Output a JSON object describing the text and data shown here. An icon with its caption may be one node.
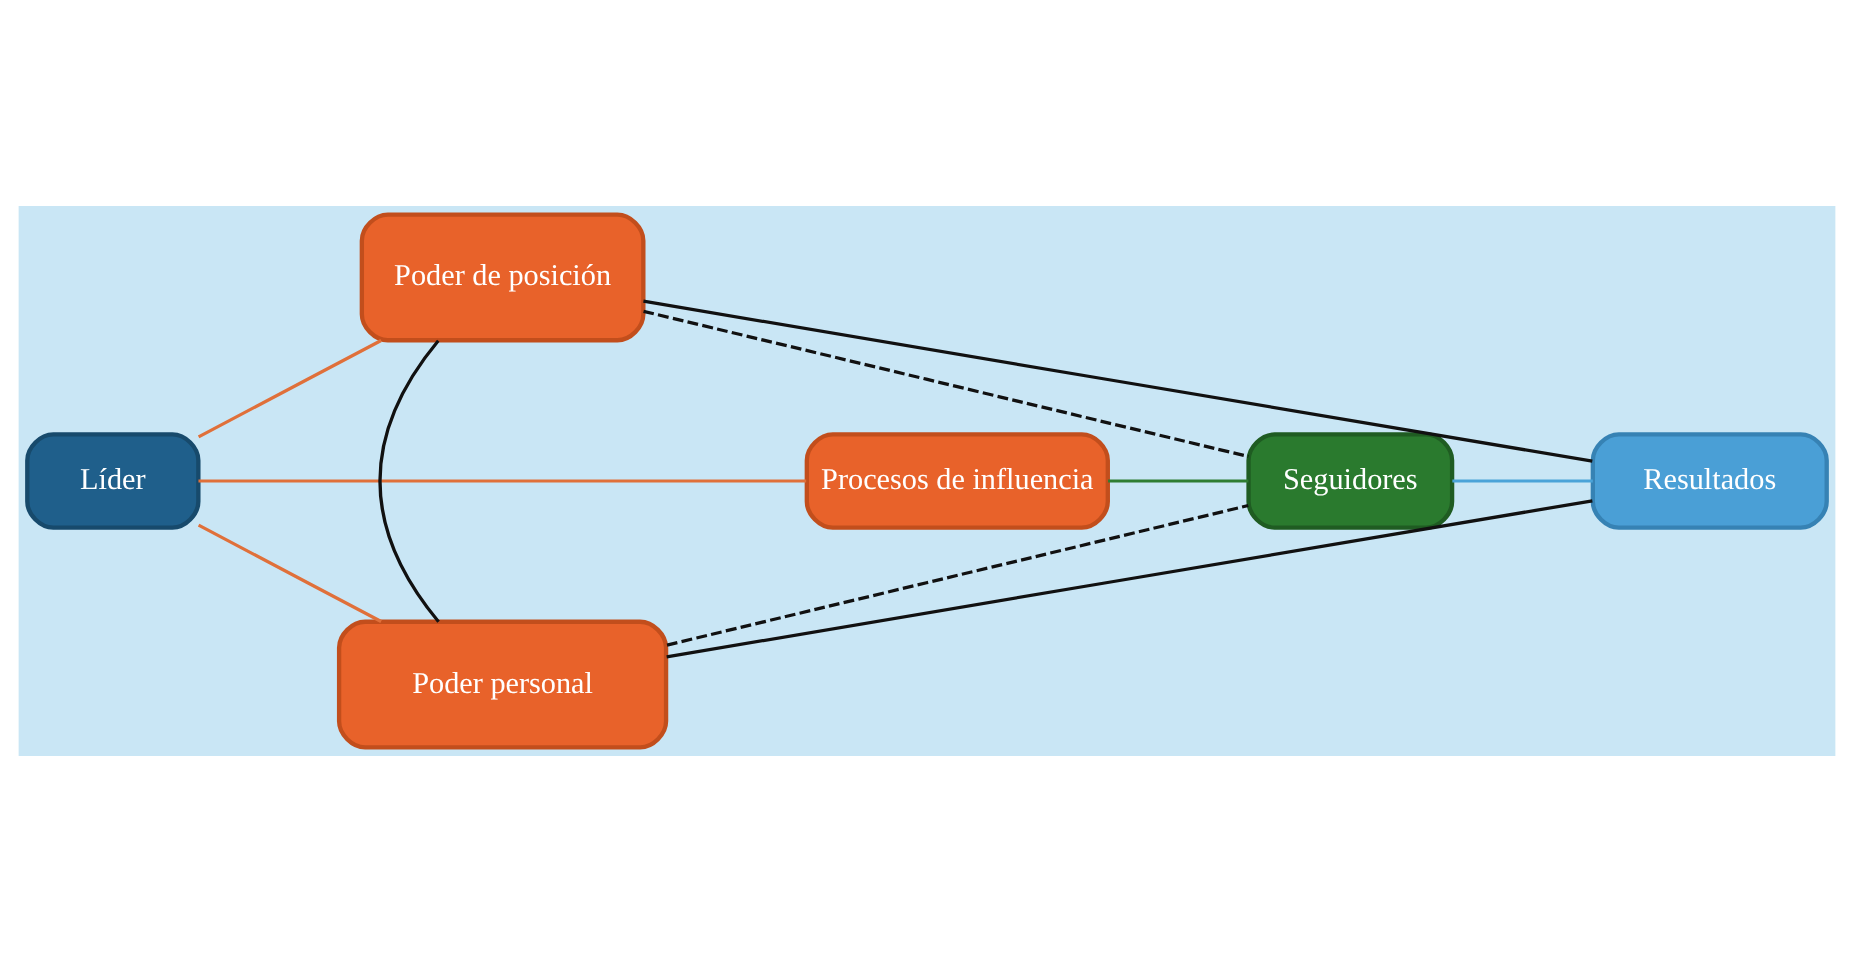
{
  "diagram": {
    "nodes": [
      {
        "text": [
          "Líder"
        ]
      },
      {
        "text": [
          "Poder de posición"
        ]
      },
      {
        "text": [
          "Procesos de influencia"
        ]
      },
      {
        "text": [
          "Seguidores"
        ]
      },
      {
        "text": [
          "Resultados"
        ]
      },
      {
        "text": [
          "Poder personal"
        ]
      }
    ],
    "edges": [
      {
        "from": 0,
        "to": 1,
        "arrow": "none",
        "color": "#e0703a"
      },
      {
        "from": 0,
        "to": 2,
        "arrow": "none",
        "color": "#e0703a"
      },
      {
        "from": 0,
        "to": 5,
        "arrow": "none",
        "color": "#e0703a"
      },
      {
        "from": 1,
        "to": 5,
        "arrow": "none"
      },
      {
        "from": 1,
        "to": 4,
        "arrow": "none"
      },
      {
        "from": 1,
        "to": 3,
        "arrow": "none",
        "style": "dashed"
      },
      {
        "from": 2,
        "to": 3,
        "arrow": "none",
        "color": "#2e7d32"
      },
      {
        "from": 3,
        "to": 4,
        "arrow": "none",
        "color": "#4aa3d8"
      },
      {
        "from": 5,
        "to": 3,
        "arrow": "none",
        "style": "dashed"
      },
      {
        "from": 5,
        "to": 4,
        "arrow": "none"
      }
    ]
  }
}
